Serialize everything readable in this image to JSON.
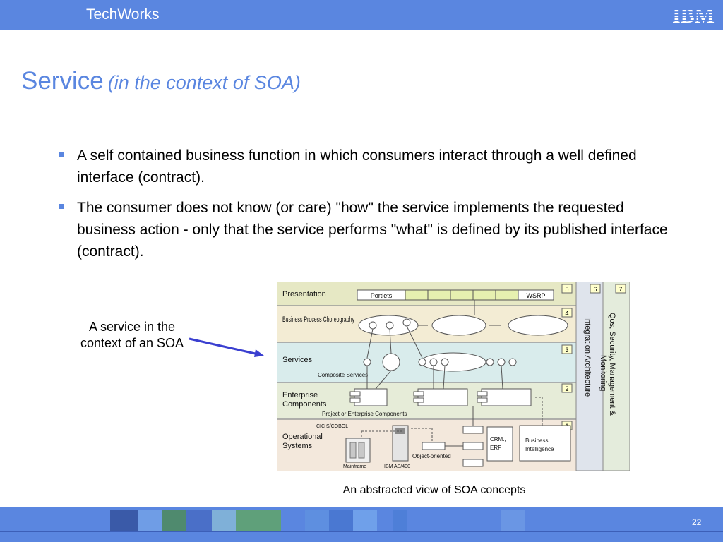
{
  "header": {
    "brand": "TechWorks",
    "logo_text": "IBM"
  },
  "title": {
    "main": "Service",
    "sub": "(in the context of SOA)"
  },
  "bullets": [
    "A self contained business function in which consumers interact through a well defined interface (contract).",
    "The consumer does not know (or care) \"how\" the service implements the requested business action - only that the service performs \"what\" is defined by its published interface (contract)."
  ],
  "side_note": "A service in the context of an SOA",
  "diagram": {
    "layers": [
      {
        "label": "Presentation",
        "num": "5"
      },
      {
        "label": "Business Process Choreography",
        "num": "4"
      },
      {
        "label": "Services",
        "num": "3"
      },
      {
        "label": "Enterprise Components",
        "num": "2"
      },
      {
        "label": "Operational Systems",
        "num": "1"
      }
    ],
    "col6": {
      "num": "6",
      "label": "Integration Architecture"
    },
    "col7": {
      "num": "7",
      "label": "Qos, Security, Management & Monitoring"
    },
    "portlets": "Portlets",
    "wsrp": "WSRP",
    "composite": "Composite Services",
    "project": "Project or Enterprise Components",
    "cics": "CIC S/COBOL",
    "mainframe": "Mainframe",
    "as400": "IBM AS/400",
    "object": "Object-oriented",
    "crm": "CRM., ERP",
    "bi": "Business Intelligence"
  },
  "caption": "An abstracted view of SOA concepts",
  "footer": {
    "page": "22"
  },
  "colors": {
    "brand_blue": "#5a86e0",
    "arrow_blue": "#3a3fd0"
  }
}
